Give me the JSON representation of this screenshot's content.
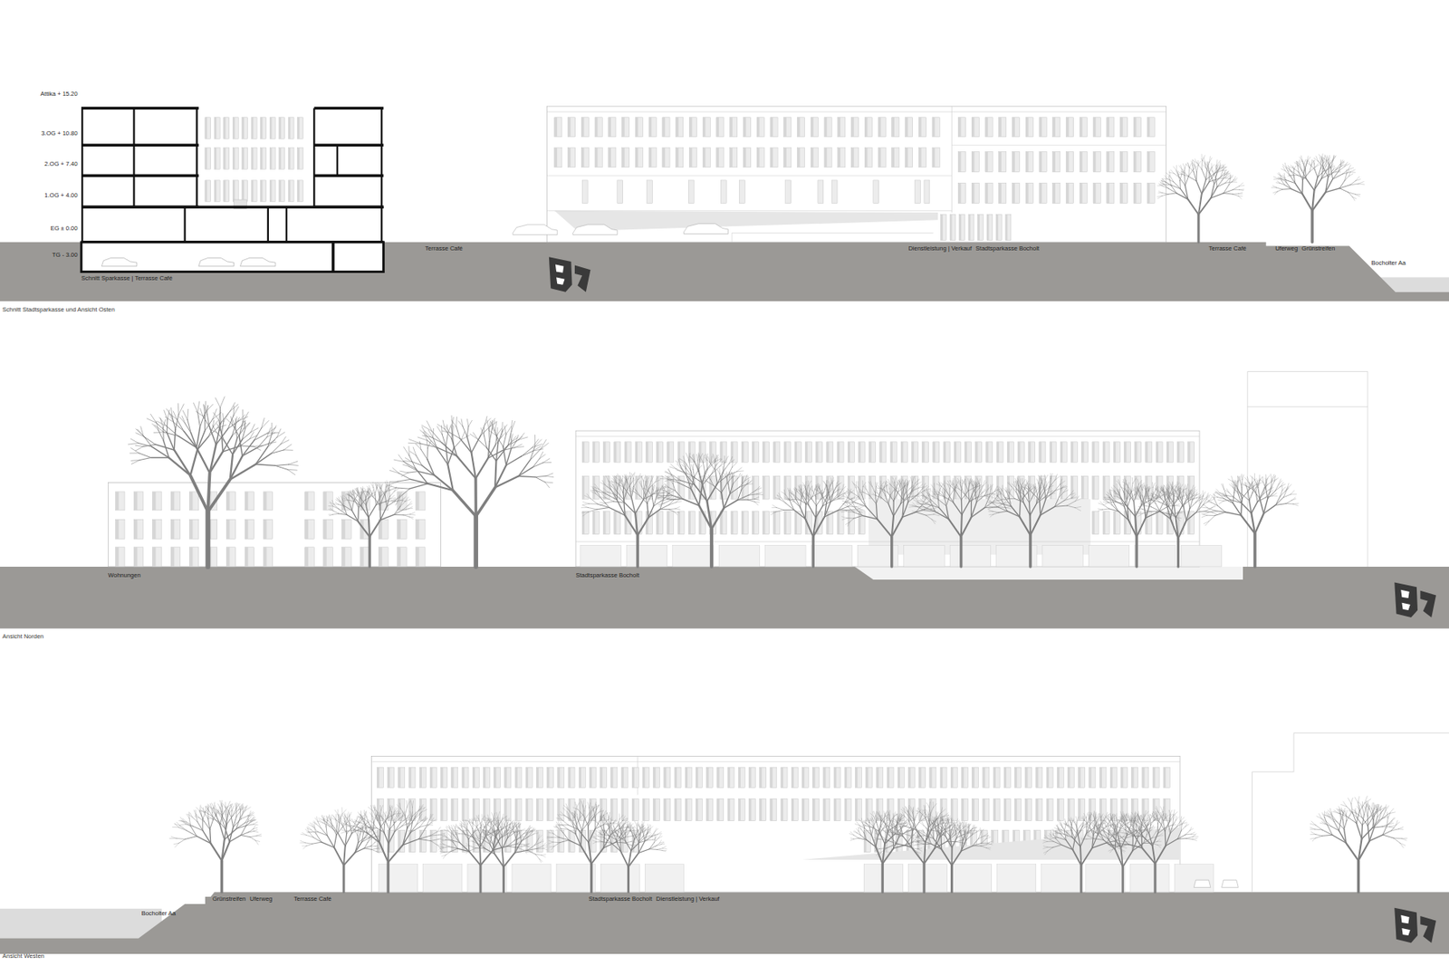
{
  "diagram": {
    "labels": [
      "Attika + 15.20",
      "3.OG + 10.80",
      "2.OG + 7.40",
      "1.OG + 4.00",
      "EG ± 0.00",
      "TG - 3.00",
      "Schnitt Sparkasse | Terrasse Café",
      "Terrasse Café",
      "Dienstleistung | Verkauf",
      "Stadtsparkasse Bocholt",
      "Terrasse Café",
      "Uferweg",
      "Grünstreifen",
      "Bocholter Aa",
      "Schnitt Stadtsparkasse und Ansicht Osten",
      "Wohnungen",
      "Stadtsparkasse Bocholt",
      "Ansicht Norden",
      "Bocholter Aa",
      "Grünstreifen",
      "Uferweg",
      "Terrasse Café",
      "Stadtsparkasse Bocholt",
      "Dienstleistung | Verkauf",
      "Ansicht Westen"
    ]
  }
}
